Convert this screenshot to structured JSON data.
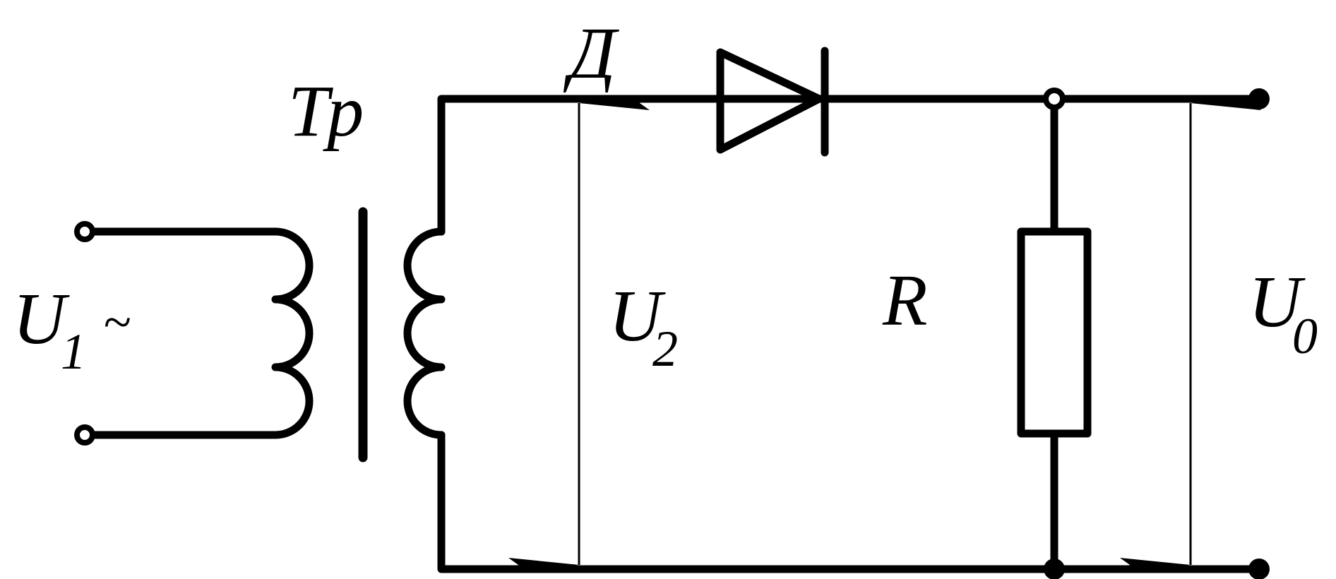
{
  "labels": {
    "transformer": "Тр",
    "diode": "Д",
    "resistor": "R",
    "u1": "U",
    "u1_sub": "1",
    "u1_ac": "~",
    "u2": "U",
    "u2_sub": "2",
    "u0": "U",
    "u0_sub": "0"
  }
}
